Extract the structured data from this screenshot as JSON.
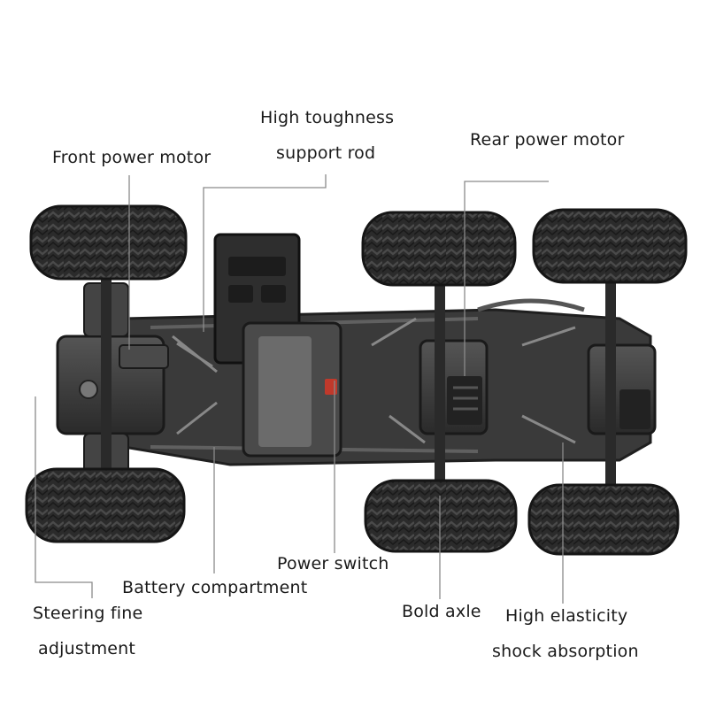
{
  "callouts": {
    "front_power_motor": "Front power motor",
    "high_toughness_line1": "High toughness",
    "high_toughness_line2": "support rod",
    "rear_power_motor": "Rear power motor",
    "power_switch": "Power switch",
    "battery_compartment": "Battery compartment",
    "steering_line1": "Steering fine",
    "steering_line2": "adjustment",
    "bold_axle": "Bold axle",
    "shock_line1": "High elasticity",
    "shock_line2": "shock absorption"
  },
  "colors": {
    "background": "#ffffff",
    "leader_line": "#8a8a8a",
    "tire": "#2b2b2b",
    "chassis": "#3a3a3a",
    "body": "#2f2f2f",
    "accent_switch": "#c0392b"
  }
}
